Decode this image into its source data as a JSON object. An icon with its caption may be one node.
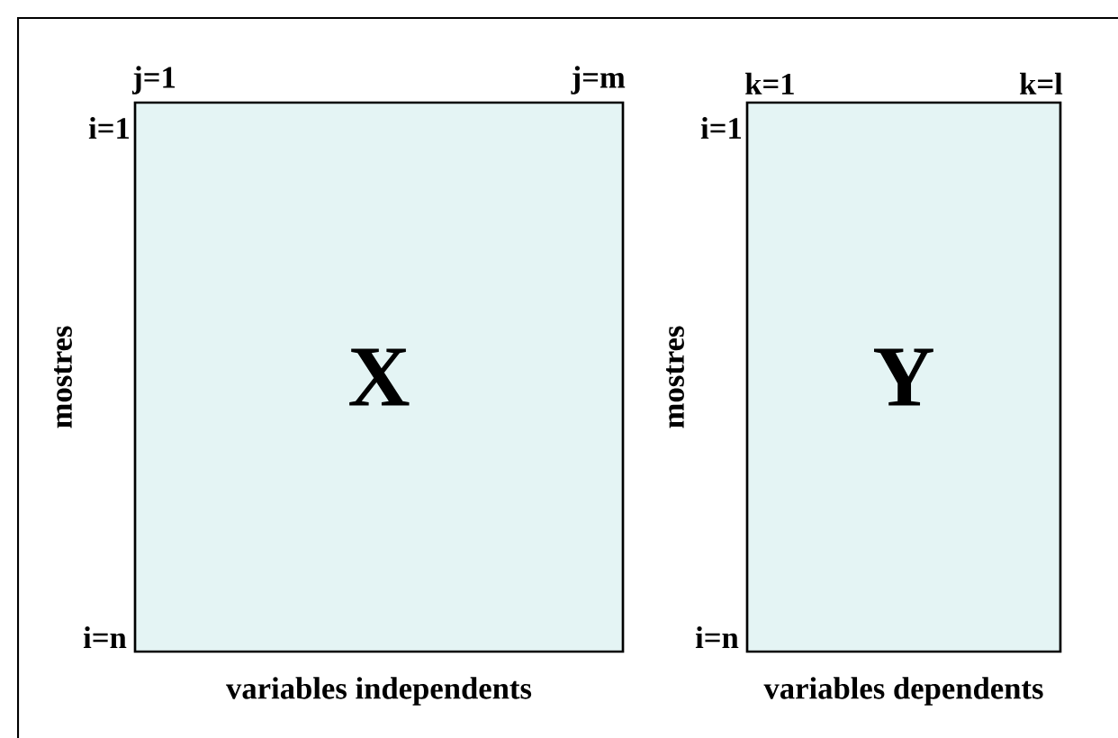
{
  "diagram": {
    "nodes": [
      {
        "text": [
          "X"
        ],
        "beside": [
          "j=1",
          "j=m",
          "i=1",
          "mostres",
          "i=n",
          "variables independents"
        ]
      },
      {
        "text": [
          "Y"
        ],
        "beside": [
          "k=1",
          "k=l",
          "i=1",
          "mostres",
          "i=n",
          "variables dependents"
        ]
      }
    ]
  }
}
